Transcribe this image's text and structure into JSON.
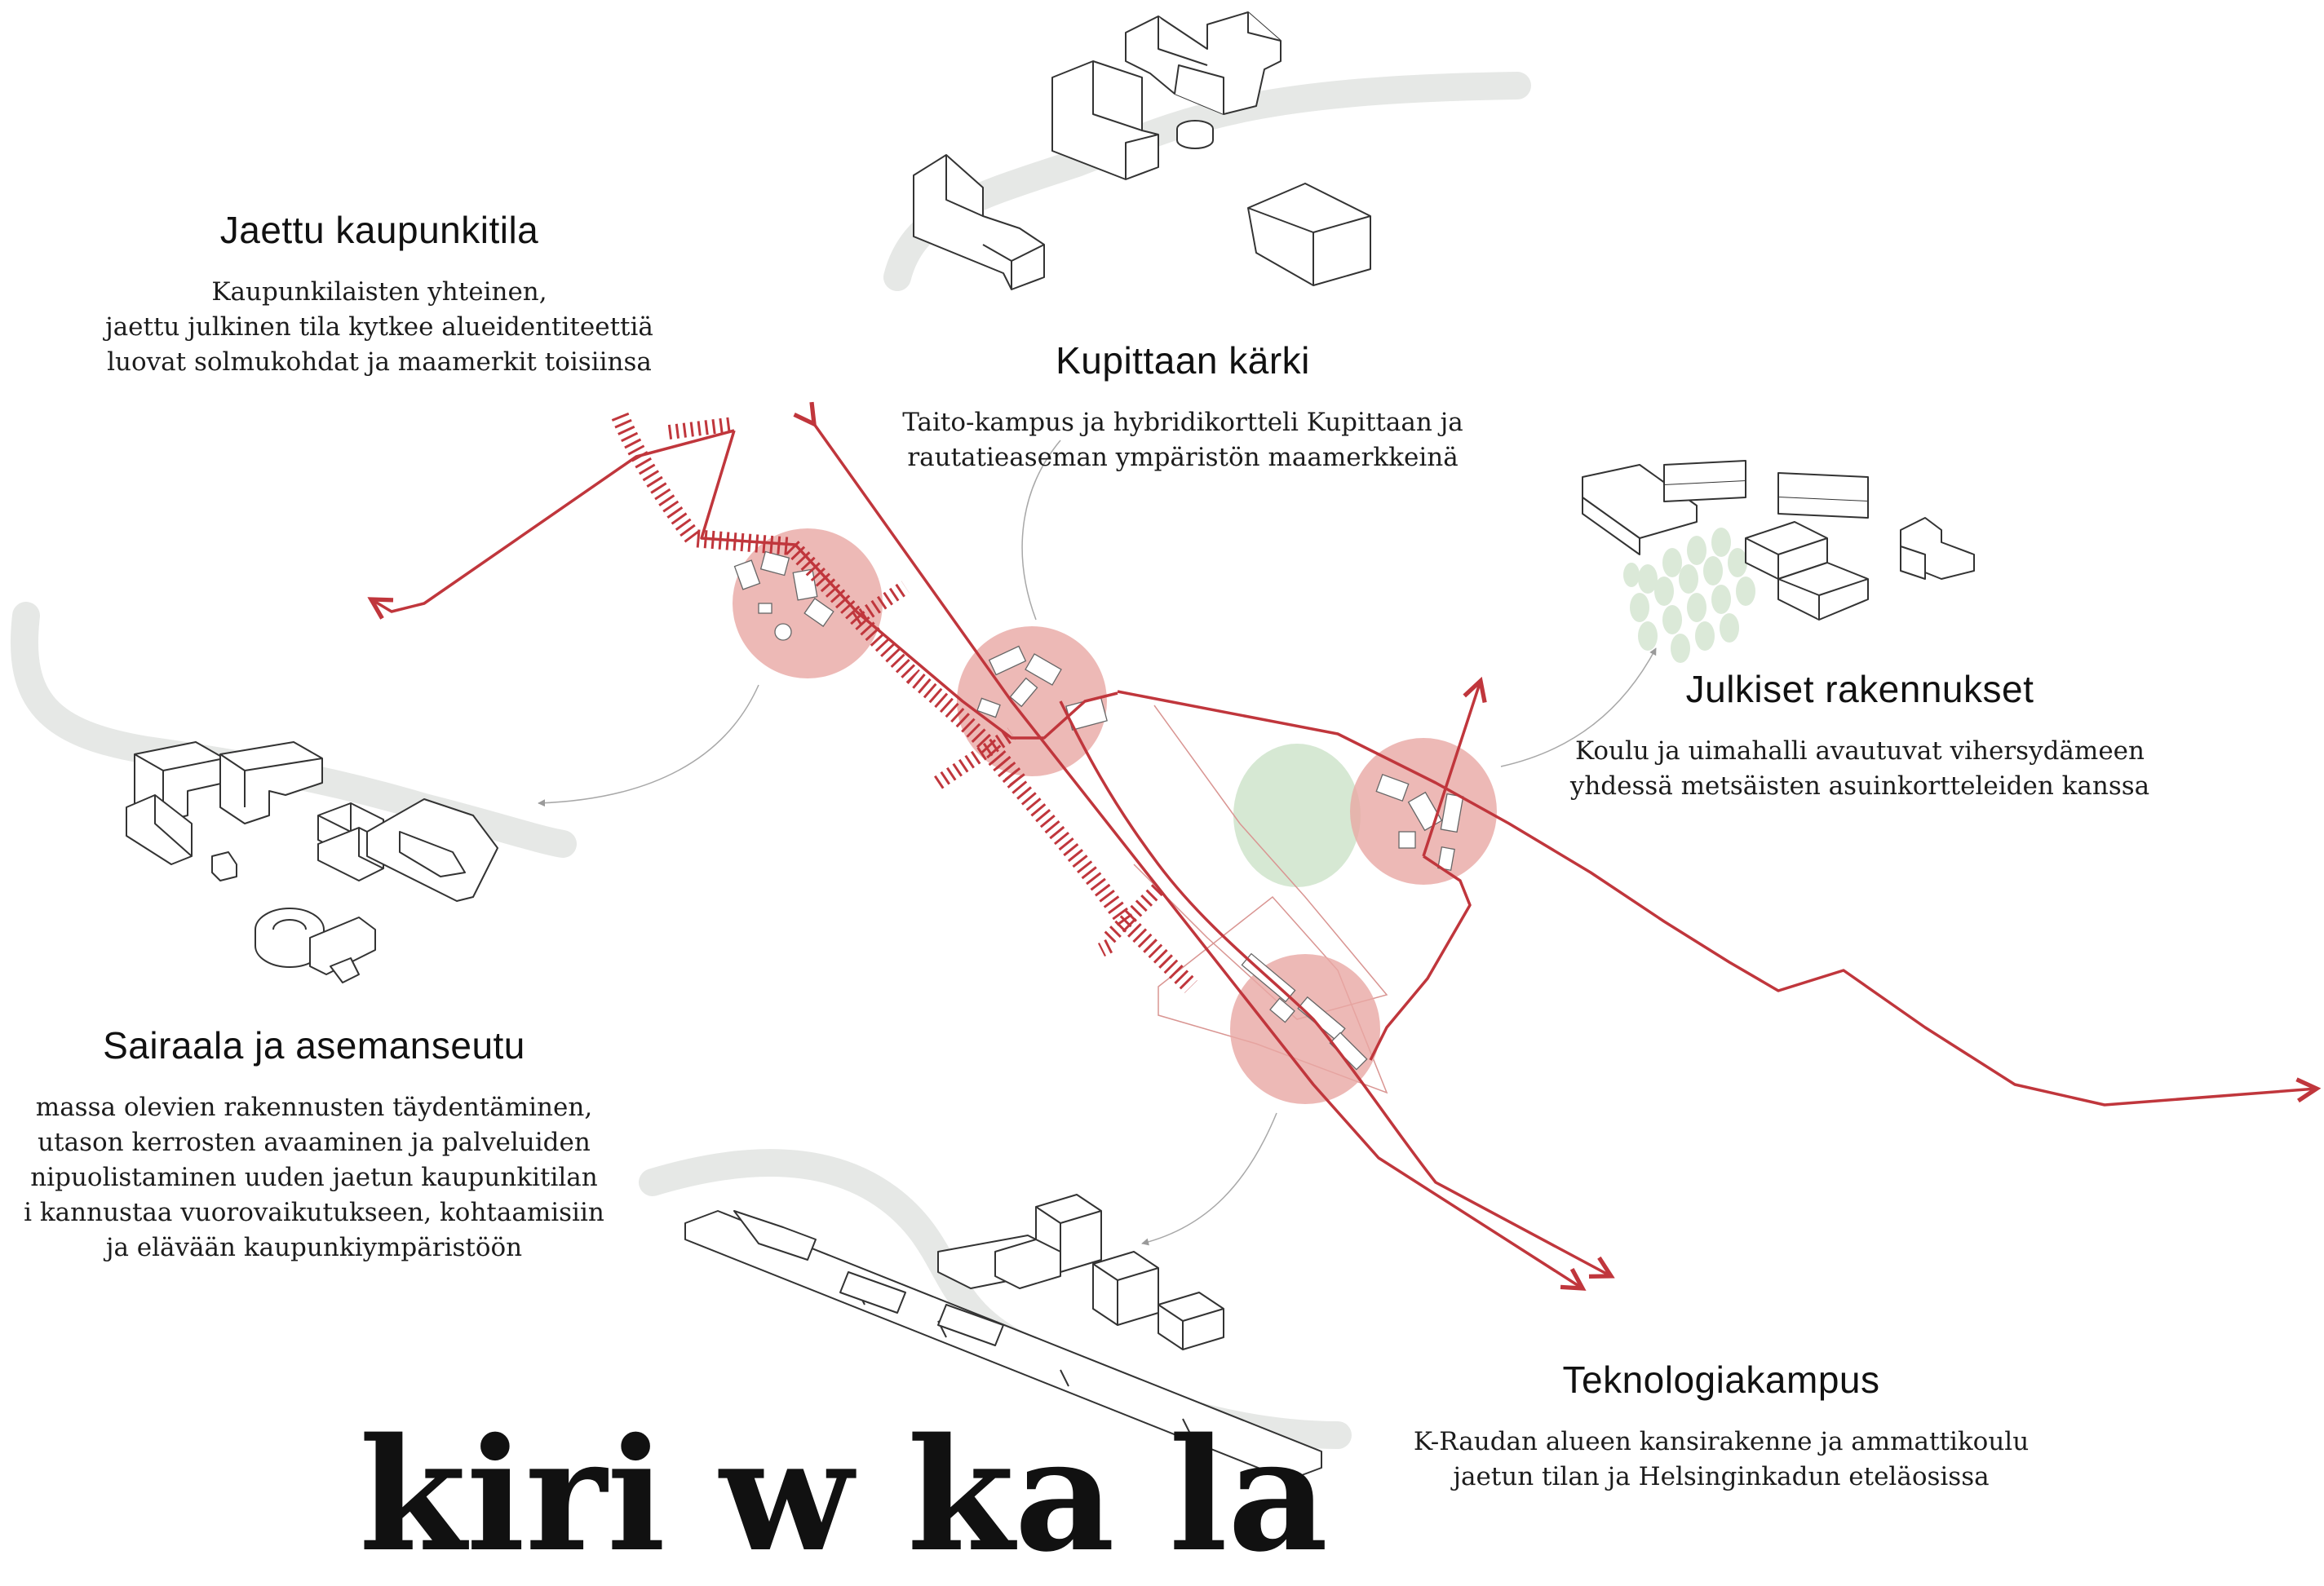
{
  "colors": {
    "route_red": "#c0363c",
    "node_pink": "#e8a8a4",
    "green_area": "#cfe3cd",
    "grey_band": "#e6e8e6",
    "building_stroke": "#333333"
  },
  "labels": {
    "jaettu": {
      "heading": "Jaettu kaupunkitila",
      "lines": [
        "Kaupunkilaisten yhteinen,",
        "jaettu julkinen tila kytkee alueidentiteettiä",
        "luovat solmukohdat ja maamerkit toisiinsa"
      ]
    },
    "kupittaa": {
      "heading": "Kupittaan kärki",
      "lines": [
        "Taito-kampus ja hybridikortteli Kupittaan ja",
        "rautatieaseman ympäristön maamerkkeinä"
      ]
    },
    "julkiset": {
      "heading": "Julkiset rakennukset",
      "lines": [
        "Koulu ja uimahalli avautuvat vihersydämeen",
        "yhdessä metsäisten asuinkortteleiden kanssa"
      ]
    },
    "sairaala": {
      "heading": "Sairaala ja asemanseutu",
      "lines": [
        "massa olevien rakennusten täydentäminen,",
        "utason kerrosten avaaminen ja palveluiden",
        "nipuolistaminen uuden jaetun kaupunkitilan",
        "i kannustaa vuorovaikutukseen, kohtaamisiin",
        "ja elävään kaupunkiympäristöön"
      ]
    },
    "teknologia": {
      "heading": "Teknologiakampus",
      "lines": [
        "K-Raudan alueen kansirakenne ja ammattikoulu",
        "jaetun tilan ja Helsinginkadun eteläosissa"
      ]
    }
  },
  "bottom_title": "kiri w ka la"
}
